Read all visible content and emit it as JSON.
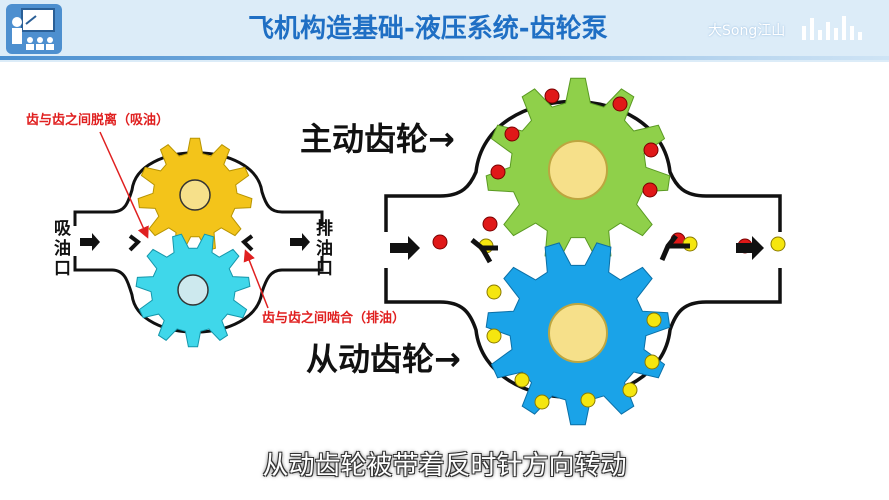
{
  "header": {
    "title": "飞机构造基础-液压系统-齿轮泵",
    "watermark": "大Song江山"
  },
  "small_pump": {
    "label_separate": "齿与齿之间脱离（吸油）",
    "label_mesh": "齿与齿之间啮合（排油）",
    "inlet": [
      "吸",
      "油",
      "口"
    ],
    "outlet": [
      "排",
      "油",
      "口"
    ]
  },
  "large_pump": {
    "drive_gear_label": "主动齿轮→",
    "driven_gear_label": "从动齿轮→"
  },
  "subtitle": "从动齿轮被带着反时针方向转动",
  "colors": {
    "title": "#1f6fc4",
    "drive_gear_small": "#f3c41a",
    "driven_gear_small": "#3fd7ea",
    "drive_gear_large": "#8fd04a",
    "driven_gear_large": "#1aa3e8",
    "hub": "#f6e08a",
    "oil_red": "#e01818",
    "oil_yellow": "#f5e60f",
    "label_red": "#e02020"
  }
}
